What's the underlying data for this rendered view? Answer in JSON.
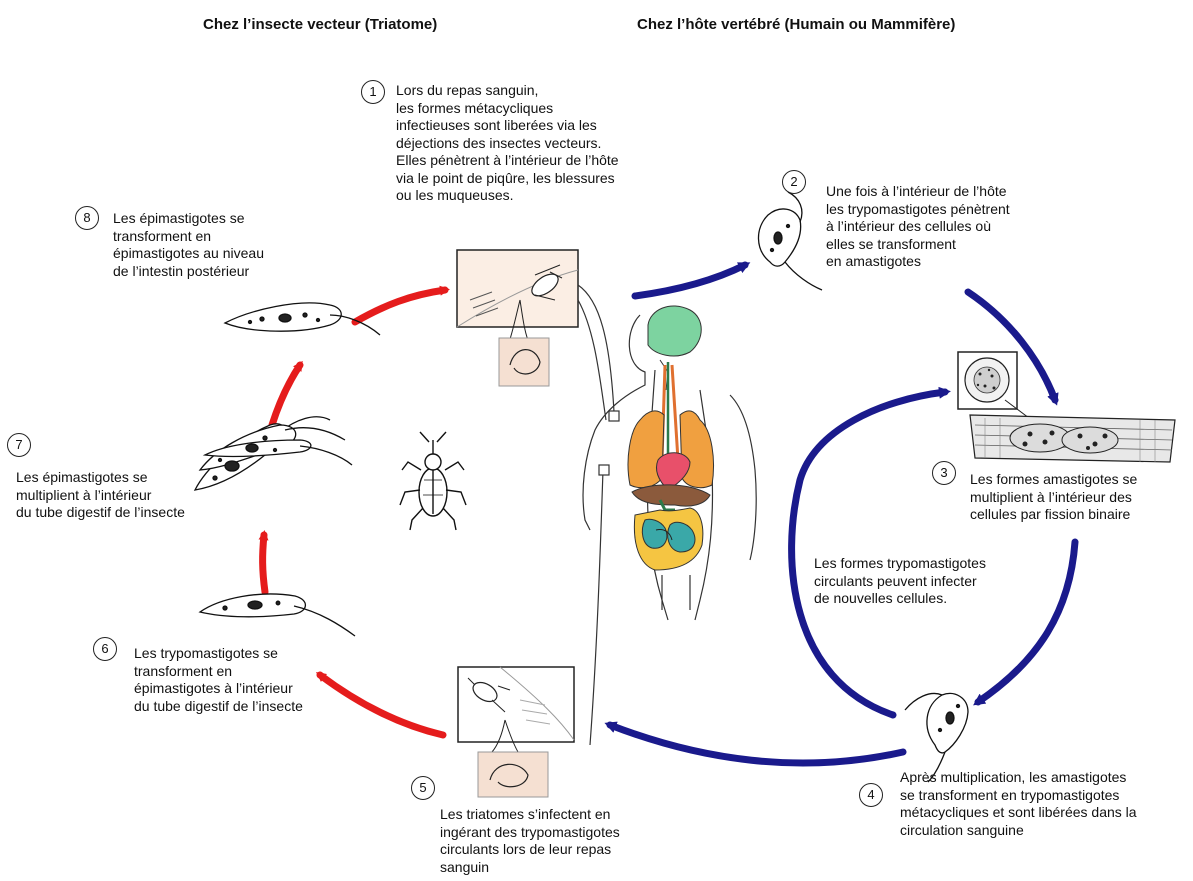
{
  "headers": {
    "insect": "Chez l’insecte vecteur (Triatome)",
    "host": "Chez l’hôte vertébré (Humain ou Mammifère)"
  },
  "steps": [
    {
      "num": "1",
      "text": "Lors du repas sanguin,\nles formes métacycliques\ninfectieuses sont liberées via les\ndéjections des insectes vecteurs.\nElles pénètrent à l’intérieur de l’hôte\nvia le point de piqûre, les blessures\nou les muqueuses."
    },
    {
      "num": "2",
      "text": "Une fois à l’intérieur de l’hôte\nles trypomastigotes pénètrent\nà l’intérieur des cellules où\nelles se transforment\nen amastigotes"
    },
    {
      "num": "3",
      "text": "Les formes amastigotes se\nmultiplient à l’intérieur des\ncellules par fission binaire"
    },
    {
      "num": "4",
      "text": "Après multiplication, les amastigotes\nse transforment en trypomastigotes\nmétacycliques et sont libérées dans la\ncirculation sanguine"
    },
    {
      "num": "5",
      "text": "Les triatomes s’infectent en\ningérant des trypomastigotes\ncirculants lors de leur repas\nsanguin"
    },
    {
      "num": "6",
      "text": "Les trypomastigotes se\ntransforment en\népimastigotes à l’intérieur\ndu tube digestif de l’insecte"
    },
    {
      "num": "7",
      "text": "Les épimastigotes se\nmultiplient à l’intérieur\ndu tube digestif de l’insecte"
    },
    {
      "num": "8",
      "text": "Les épimastigotes se\ntransforment en\népimastigotes au niveau\nde l’intestin postérieur"
    }
  ],
  "inner_note": "Les formes trypomastigotes\ncirculants peuvent infecter\nde nouvelles cellules.",
  "colors": {
    "insect_arrow": "#e51c1c",
    "host_arrow": "#1a1a8c",
    "brain": "#7dd3a0",
    "lungs": "#f0a040",
    "heart": "#e8506a",
    "liver": "#8b5a3c",
    "intestine": "#f5c542",
    "stomach": "#3aa8a8",
    "skin_box": "#fbeee4"
  }
}
